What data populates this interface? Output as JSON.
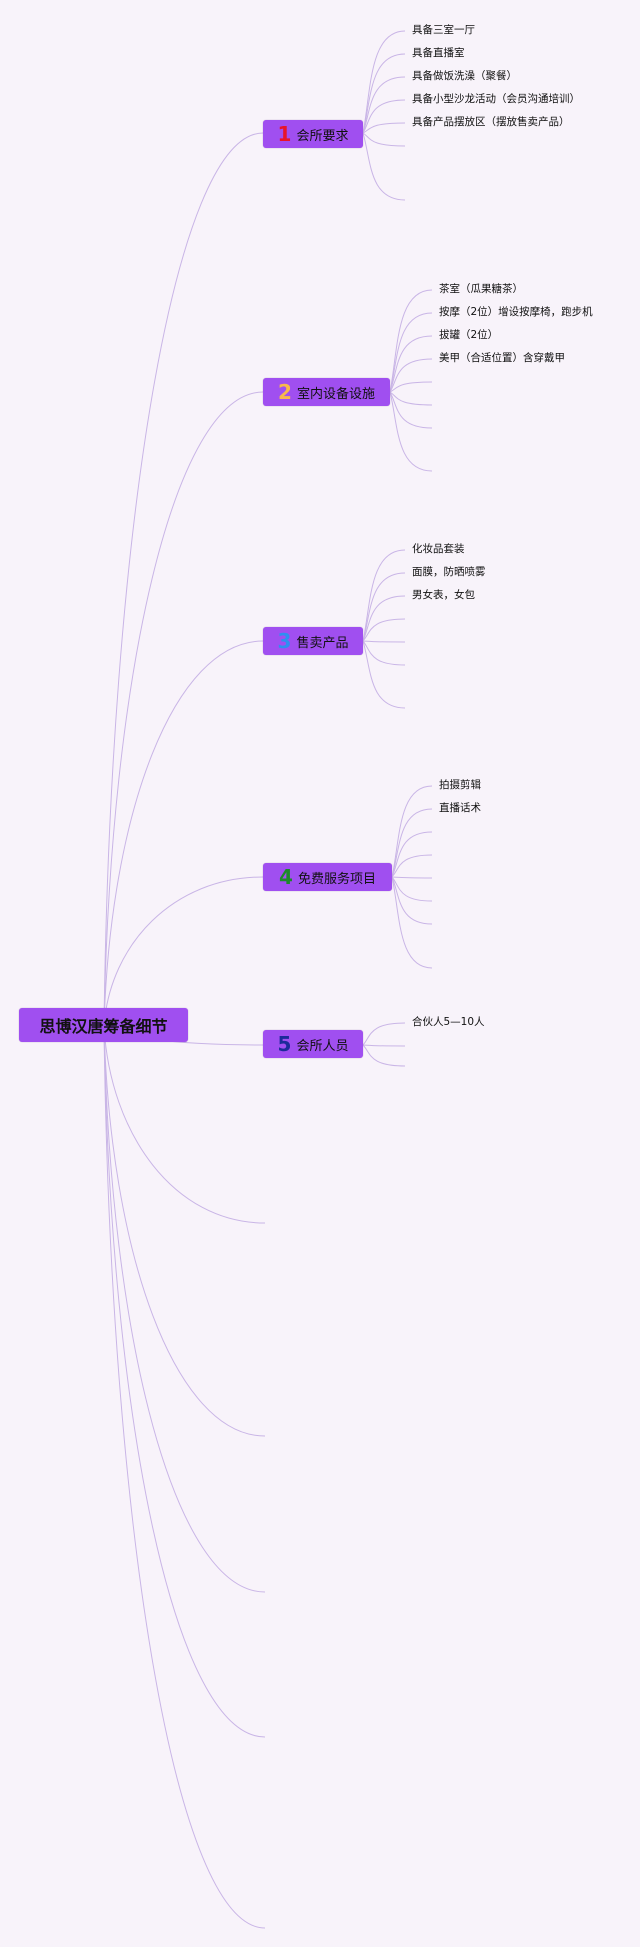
{
  "root": {
    "label": "思博汉唐筹备细节"
  },
  "branches": [
    {
      "number": "1",
      "number_color": "#e8142a",
      "label": "会所要求",
      "items": [
        "具备三室一厅",
        "具备直播室",
        "具备做饭洗澡（聚餐）",
        "具备小型沙龙活动（会员沟通培训）",
        "具备产品摆放区（摆放售卖产品）"
      ]
    },
    {
      "number": "2",
      "number_color": "#f8b84a",
      "label": "室内设备设施",
      "items": [
        "茶室（瓜果糖茶）",
        "按摩（2位）增设按摩椅，跑步机",
        "拔罐（2位）",
        "美甲（合适位置）含穿戴甲"
      ]
    },
    {
      "number": "3",
      "number_color": "#2f8ff0",
      "label": "售卖产品",
      "items": [
        "化妆品套装",
        "面膜，防晒喷雾",
        "男女表，女包"
      ]
    },
    {
      "number": "4",
      "number_color": "#1c8a2a",
      "label": "免费服务项目",
      "items": [
        "拍摄剪辑",
        "直播话术"
      ]
    },
    {
      "number": "5",
      "number_color": "#1c2a9a",
      "label": "会所人员",
      "items": [
        "合伙人5—10人"
      ]
    }
  ],
  "colors": {
    "connector": "#c9b5e6",
    "node_fill": "#a04ff0",
    "background": "#f8f3fa"
  }
}
